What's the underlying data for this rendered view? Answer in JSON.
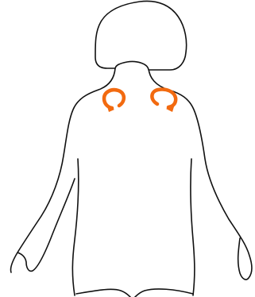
{
  "figure": {
    "subject": "back-view-human-outline",
    "outline_color": "#111111",
    "background_color": "#ffffff"
  },
  "markers": {
    "color": "#f26a10",
    "items": [
      {
        "side": "left",
        "icon": "circular-arrow-icon"
      },
      {
        "side": "right",
        "icon": "circular-arrow-icon"
      }
    ]
  }
}
